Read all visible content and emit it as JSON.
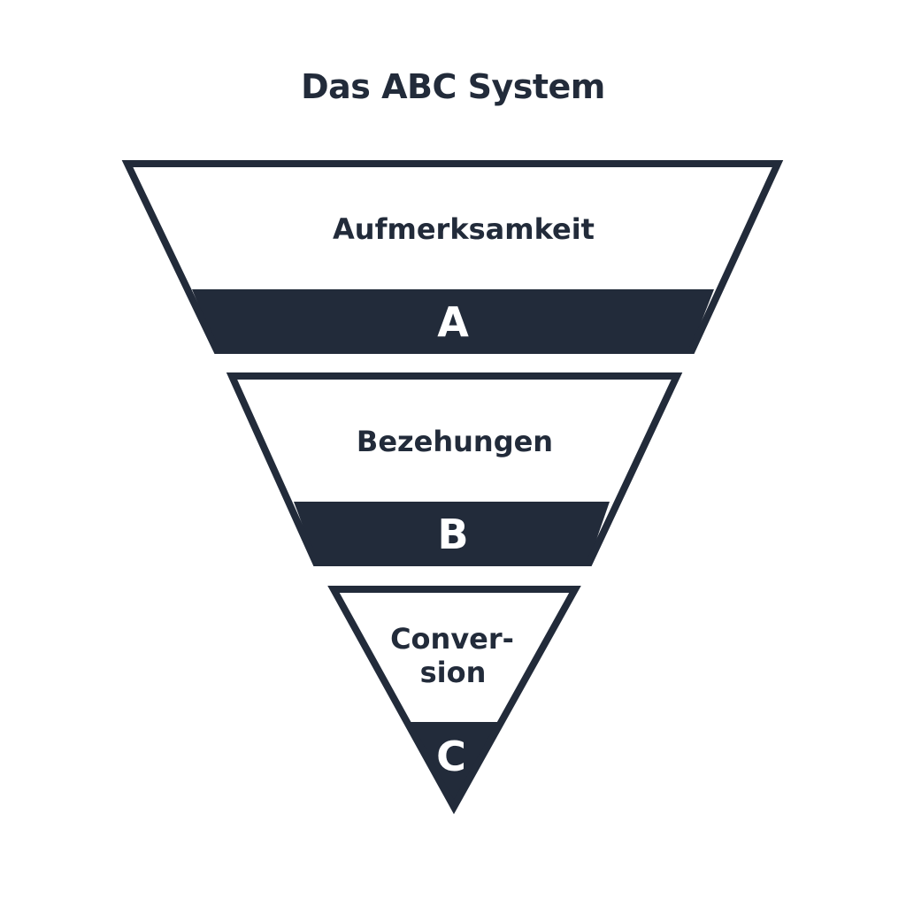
{
  "title": "Das ABC System",
  "colors": {
    "dark": "#222b3a",
    "light": "#ffffff"
  },
  "stages": [
    {
      "label": "Aufmerksamkeit",
      "letter": "A"
    },
    {
      "label": "Bezehungen",
      "letter": "B"
    },
    {
      "label_line1": "Conver-",
      "label_line2": "sion",
      "letter": "C"
    }
  ]
}
